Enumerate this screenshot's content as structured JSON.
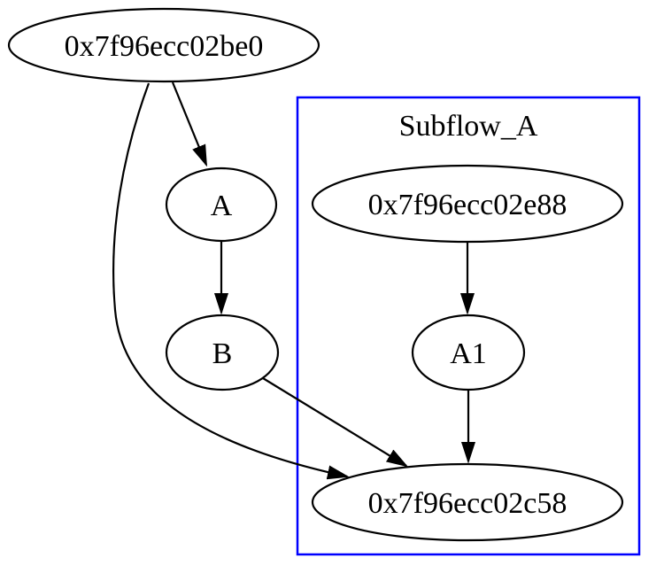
{
  "diagram": {
    "type": "directed-graph",
    "background": "#ffffff",
    "stroke_color": "#000000",
    "text_color": "#000000",
    "cluster": {
      "label": "Subflow_A",
      "border_color": "#0000ff"
    },
    "nodes": {
      "be0": {
        "label": "0x7f96ecc02be0"
      },
      "a": {
        "label": "A"
      },
      "b": {
        "label": "B"
      },
      "e88": {
        "label": "0x7f96ecc02e88"
      },
      "a1": {
        "label": "A1"
      },
      "c58": {
        "label": "0x7f96ecc02c58"
      }
    },
    "edges": [
      {
        "from": "0x7f96ecc02be0",
        "to": "A"
      },
      {
        "from": "0x7f96ecc02be0",
        "to": "0x7f96ecc02c58"
      },
      {
        "from": "A",
        "to": "B"
      },
      {
        "from": "B",
        "to": "0x7f96ecc02c58"
      },
      {
        "from": "0x7f96ecc02e88",
        "to": "A1"
      },
      {
        "from": "A1",
        "to": "0x7f96ecc02c58"
      }
    ]
  }
}
